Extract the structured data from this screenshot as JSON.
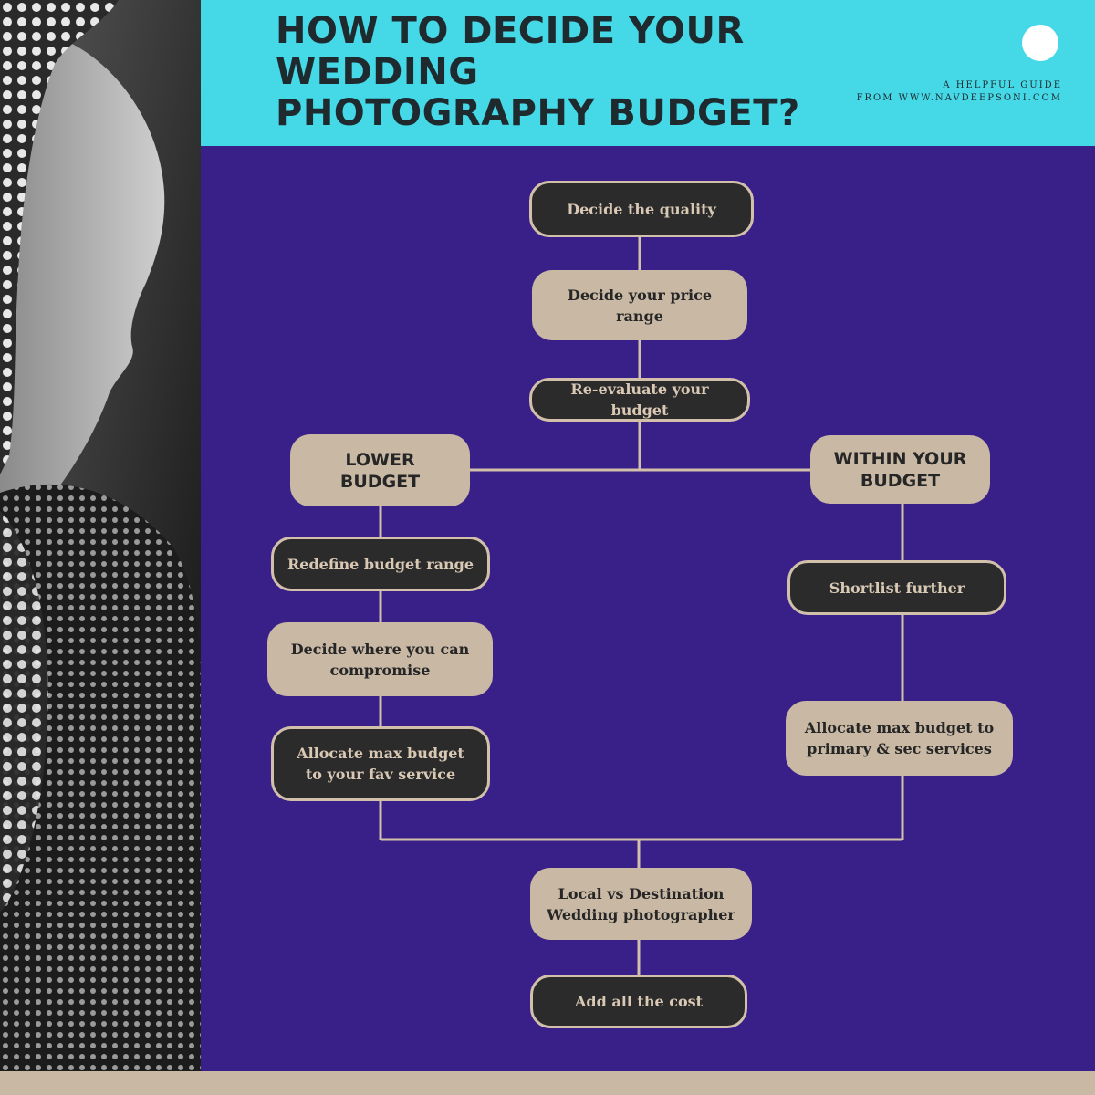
{
  "header": {
    "title_lines": [
      "HOW TO DECIDE YOUR",
      "WEDDING",
      "PHOTOGRAPHY BUDGET?"
    ],
    "guide_lines": [
      "A HELPFUL GUIDE",
      "FROM WWW.NAVDEEPSONI.COM"
    ]
  },
  "colors": {
    "header_bg": "#45d8e7",
    "main_bg": "#382088",
    "node_light": "#c8b8a4",
    "node_dark": "#2b2b2b",
    "connector": "#d2c0ab"
  },
  "flowchart": {
    "decide_quality": "Decide the quality",
    "price_range": "Decide your price range",
    "re_evaluate": "Re-evaluate your budget",
    "lower_budget": "LOWER BUDGET",
    "within_budget": "WITHIN YOUR BUDGET",
    "redefine_range": "Redefine  budget range",
    "compromise": "Decide where you can compromise",
    "allocate_fav": "Allocate max budget to your fav service",
    "shortlist": "Shortlist further",
    "allocate_primary": "Allocate max budget to primary & sec services",
    "local_vs_destination": "Local vs Destination Wedding photographer",
    "add_cost": "Add all the cost"
  }
}
